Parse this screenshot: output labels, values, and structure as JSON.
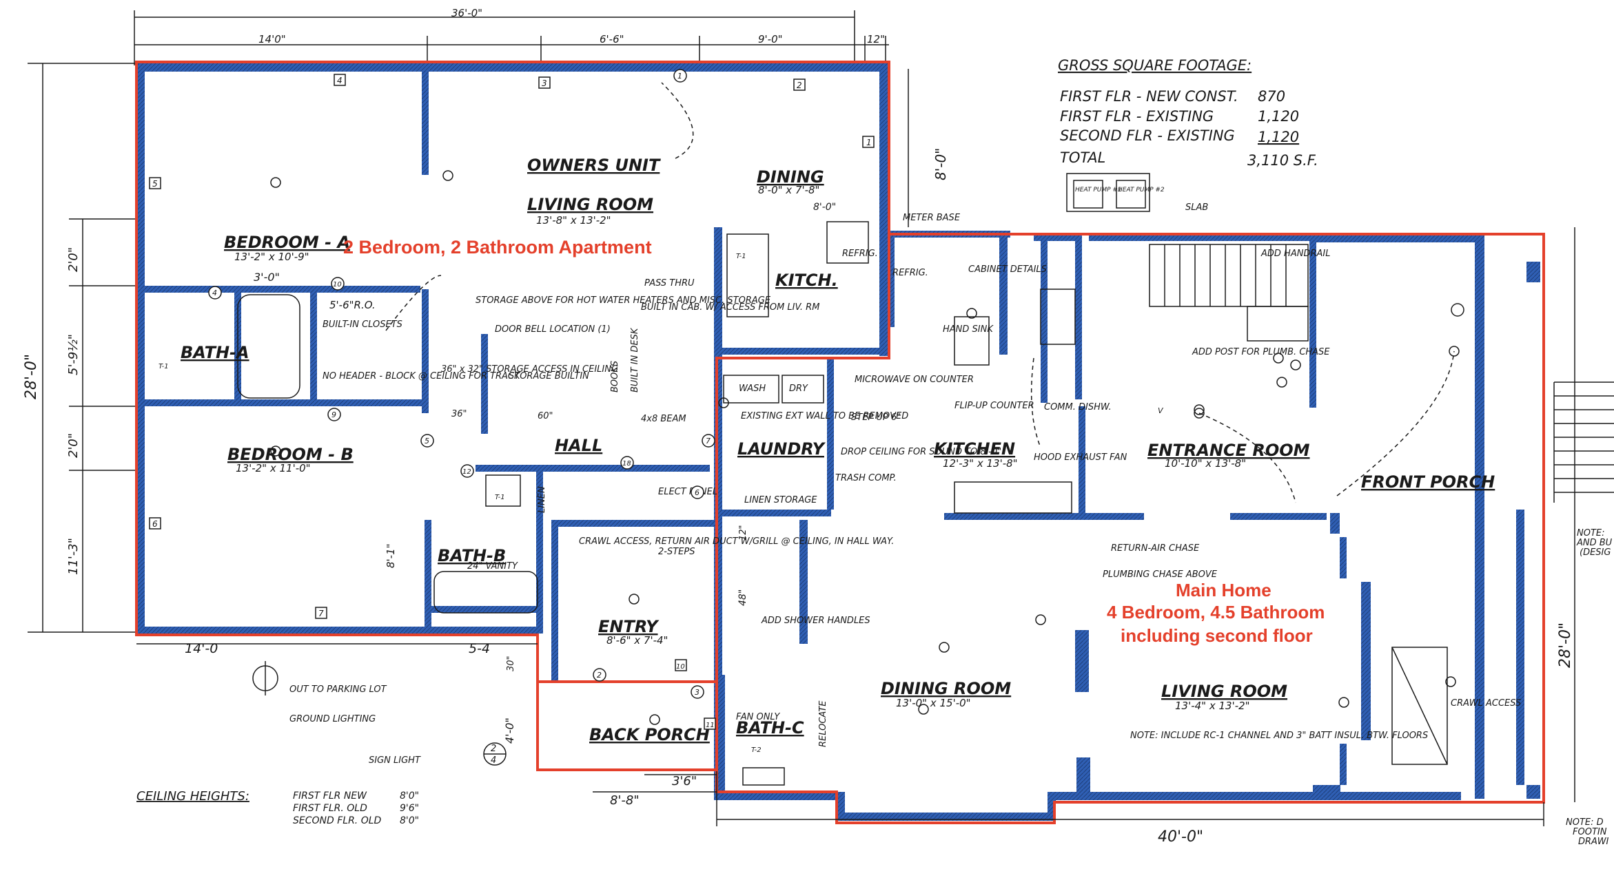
{
  "colors": {
    "wall": "#2f5fb4",
    "ink": "#1a1a1a",
    "outline": "#e4402b"
  },
  "annotations": {
    "apartment": "2 Bedroom, 2 Bathroom Apartment",
    "main_home_1": "Main Home",
    "main_home_2": "4 Bedroom, 4.5 Bathroom",
    "main_home_3": "including second floor"
  },
  "dimensions": {
    "overall_top": "36'-0\"",
    "d1": "14'0\"",
    "d2": "6'-6\"",
    "d3": "9'-0\"",
    "d4": "12\"",
    "left_total": "28'-0\"",
    "l1": "2'0\"",
    "l2": "5'-9½\"",
    "l3": "2'0\"",
    "l4": "11'-3\"",
    "right_800": "8'-0\"",
    "dining_800": "8'-0\"",
    "bottom_14": "14'-0",
    "bottom_54": "5-4",
    "bottom_40": "40'-0\"",
    "bottom_88": "8'-8\"",
    "bottom_36": "3'6\"",
    "right_280": "28'-0\"",
    "porch_40": "4'-0\"",
    "d_30": "30\"",
    "d_36": "36\"",
    "d_60": "60\"",
    "d_30b": "3'-0\"",
    "d_56": "5'-6\"R.O.",
    "d_81": "8'-1\"",
    "d_48": "48\"",
    "d_12": "12\""
  },
  "rooms": {
    "owners_unit": "OWNERS UNIT",
    "living_room_a": "LIVING ROOM",
    "living_room_a_size": "13'-8\" x 13'-2\"",
    "dining_a": "DINING",
    "dining_a_size": "8'-0\" x 7'-8\"",
    "kitch": "KITCH.",
    "bedroom_a": "BEDROOM - A",
    "bedroom_a_size": "13'-2\" x 10'-9\"",
    "bath_a": "BATH-A",
    "bedroom_b": "BEDROOM - B",
    "bedroom_b_size": "13'-2\" x 11'-0\"",
    "bath_b": "BATH-B",
    "hall": "HALL",
    "entry": "ENTRY",
    "entry_size": "8'-6\" x 7'-4\"",
    "back_porch": "BACK PORCH",
    "laundry": "LAUNDRY",
    "wash": "WASH",
    "dry": "DRY",
    "bath_c": "BATH-C",
    "kitchen": "KITCHEN",
    "kitchen_size": "12'-3\" x 13'-8\"",
    "entrance_room": "ENTRANCE ROOM",
    "entrance_room_size": "10'-10\" x 13'-8\"",
    "front_porch": "FRONT PORCH",
    "dining_room": "DINING ROOM",
    "dining_room_size": "13'-0\" x 15'-0\"",
    "living_room_b": "LIVING ROOM",
    "living_room_b_size": "13'-4\" x 13'-2\""
  },
  "notes": {
    "storage_above": "STORAGE ABOVE FOR HOT WATER HEATERS AND MISC. STORAGE",
    "built_in_closets": "BUILT-IN CLOSETS",
    "no_header": "NO HEADER - BLOCK @ CEILING FOR TRACK",
    "storage_builtin": "STORAGE BUILTIN",
    "bookshelf": "BOOKS",
    "built_in_desk": "BUILT IN DESK",
    "door_bell": "DOOR BELL LOCATION (1)",
    "storage_36": "36\" x 32\" STORAGE ACCESS IN CEILING",
    "beam": "4x8 BEAM",
    "pass_thru": "PASS THRU",
    "built_in_cab": "BUILT IN CAB. W/ ACCESS FROM LIV. RM",
    "existing_wall": "EXISTING EXT WALL TO BE REMOVED",
    "step_up": "STEP UP 6\"",
    "microwave": "MICROWAVE ON COUNTER",
    "drop_ceiling": "DROP CEILING FOR SOUND TO 8'-0\"",
    "linen_storage": "LINEN STORAGE",
    "crawl_access": "CRAWL ACCESS, RETURN AIR DUCT W/GRILL @ CEILING, IN HALL WAY.",
    "two_steps": "2-STEPS",
    "elect_panel": "ELECT PANEL",
    "meter_base": "METER BASE",
    "cabinet_details": "CABINET DETAILS",
    "hand_sink": "HAND SINK",
    "flip_up": "FLIP-UP COUNTER",
    "comm_dishw": "COMM. DISHW.",
    "hood": "HOOD EXHAUST FAN",
    "return_air": "RETURN-AIR CHASE",
    "plumbing_chase": "PLUMBING CHASE ABOVE",
    "add_post": "ADD POST FOR PLUMB. CHASE",
    "add_handrail": "ADD HANDRAIL",
    "crawl_access_b": "CRAWL ACCESS",
    "insul_note": "NOTE: INCLUDE RC-1 CHANNEL AND 3\" BATT INSUL. BTW. FLOORS",
    "out_parking": "OUT TO PARKING LOT",
    "ground_lighting": "GROUND LIGHTING",
    "sign_light": "SIGN LIGHT",
    "fan_only": "FAN ONLY",
    "add_shower": "ADD SHOWER HANDLES",
    "relocate": "RELOCATE",
    "slab": "SLAB",
    "heat_pump_1": "HEAT PUMP #1",
    "heat_pump_2": "HEAT PUMP #2",
    "vanity_24": "24\" VANITY",
    "linen": "LINEN",
    "refrig": "REFRIG.",
    "refrig_b": "REFRIG.",
    "trash_comp": "TRASH COMP.",
    "note_right_1": "NOTE: D",
    "note_right_2": "FOOTIN",
    "note_right_3": "DRAWI",
    "note_right_4": "NOTE:",
    "note_right_5": "AND BU",
    "note_right_6": "(DESIG"
  },
  "gross_sf": {
    "title": "GROSS SQUARE FOOTAGE:",
    "rows": [
      {
        "label": "FIRST FLR - NEW CONST.",
        "value": "870"
      },
      {
        "label": "FIRST FLR - EXISTING",
        "value": "1,120"
      },
      {
        "label": "SECOND FLR - EXISTING",
        "value": "1,120"
      }
    ],
    "total_label": "TOTAL",
    "total_value": "3,110 S.F."
  },
  "ceiling": {
    "title": "CEILING HEIGHTS:",
    "rows": [
      {
        "label": "FIRST FLR NEW",
        "value": "8'0\""
      },
      {
        "label": "FIRST FLR. OLD",
        "value": "9'6\""
      },
      {
        "label": "SECOND FLR. OLD",
        "value": "8'0\""
      }
    ]
  },
  "tags": {
    "t1": "1",
    "t2": "2",
    "t3": "3",
    "t4": "4",
    "t5": "5",
    "t6": "6",
    "t7": "7",
    "t10": "10",
    "t11": "11",
    "n1": "1",
    "n2": "2",
    "n3": "3",
    "n4": "4",
    "n5": "5",
    "n6": "6",
    "n7": "7",
    "n9": "9",
    "n10": "10",
    "n12": "12",
    "n18": "18",
    "v": "V",
    "tf1": "T-1",
    "tf2": "T-1",
    "tf3": "T-1",
    "tf4": "T-2",
    "north": "N",
    "section": "2",
    "section_b": "4"
  }
}
